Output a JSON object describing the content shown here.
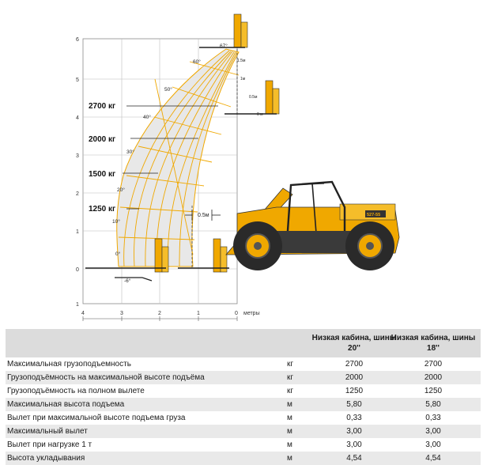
{
  "diagram": {
    "y_ticks": [
      "6",
      "5",
      "4",
      "3",
      "2",
      "1",
      "0",
      "1"
    ],
    "x_ticks": [
      "4",
      "3",
      "2",
      "1",
      "0"
    ],
    "x_unit": "метры",
    "load_labels": [
      "2700 кг",
      "2000 кг",
      "1500 кг",
      "1250 кг"
    ],
    "angle_labels": [
      "67°",
      "60°",
      "50°",
      "40°",
      "30°",
      "20°",
      "10°",
      "0°",
      "-6°"
    ],
    "fork_offsets": [
      "1.5м",
      "1м",
      "0.5м",
      "0 м"
    ],
    "reach_offset": "0.5м",
    "machine_badge": "527-55"
  },
  "table": {
    "columns": [
      "Низкая кабина, шины 20''",
      "Низкая кабина, шины 18''"
    ],
    "rows": [
      {
        "label": "Максимальная грузоподъемность",
        "unit": "кг",
        "v1": "2700",
        "v2": "2700"
      },
      {
        "label": "Грузоподъёмность на максимальной высоте подъёма",
        "unit": "кг",
        "v1": "2000",
        "v2": "2000"
      },
      {
        "label": "Грузоподъёмность на полном вылете",
        "unit": "кг",
        "v1": "1250",
        "v2": "1250"
      },
      {
        "label": "Максимальная высота подъема",
        "unit": "м",
        "v1": "5,80",
        "v2": "5,80"
      },
      {
        "label": "Вылет при максимальной высоте подъема груза",
        "unit": "м",
        "v1": "0,33",
        "v2": "0,33"
      },
      {
        "label": "Максимальный вылет",
        "unit": "м",
        "v1": "3,00",
        "v2": "3,00"
      },
      {
        "label": "Вылет при нагрузке 1 т",
        "unit": "м",
        "v1": "3,00",
        "v2": "3,00"
      },
      {
        "label": "Высота укладывания",
        "unit": "м",
        "v1": "4,54",
        "v2": "4,54"
      }
    ]
  },
  "colors": {
    "orange": "#f0a800",
    "grid": "#bdbdbd",
    "shade": "#e8e8e8",
    "tableHead": "#dcdcdc",
    "tableAlt": "#e9e9e9"
  }
}
